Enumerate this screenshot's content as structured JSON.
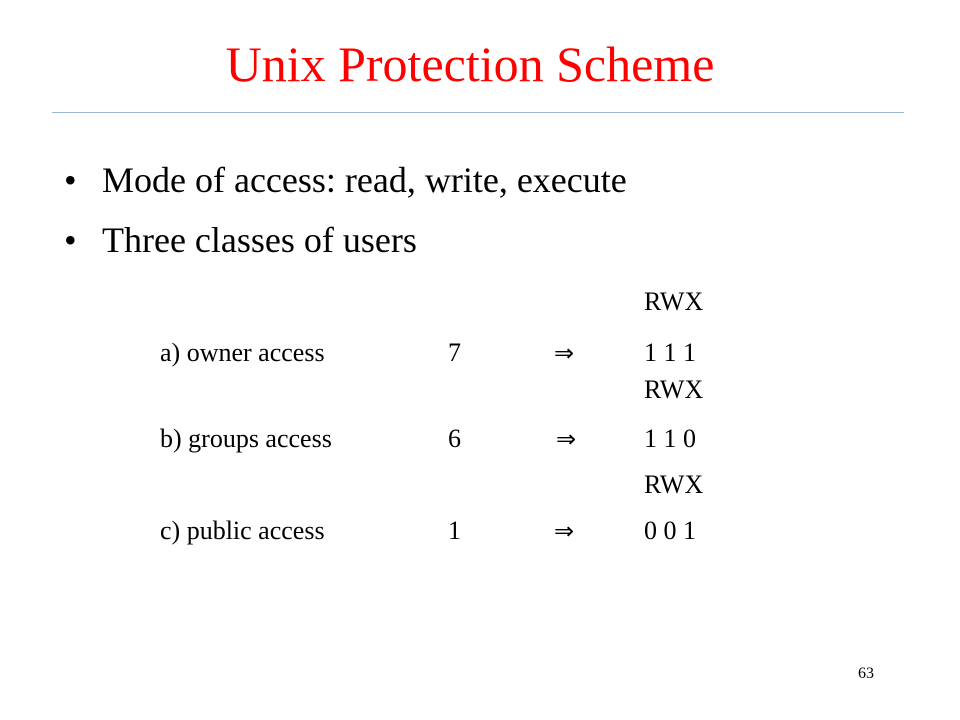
{
  "title": "Unix Protection Scheme",
  "bullets": [
    {
      "marker": "•",
      "text": "Mode of access:  read, write, execute"
    },
    {
      "marker": "•",
      "text": "Three classes of users"
    }
  ],
  "access_table": {
    "header": "RWX",
    "rows": [
      {
        "label": "a) owner access",
        "value": "7",
        "arrow": "⇒",
        "bits": "1 1 1",
        "header": "RWX"
      },
      {
        "label": "b) groups access",
        "value": "6",
        "arrow": "⇒",
        "bits": "1 1 0",
        "header": "RWX"
      },
      {
        "label": "c) public access",
        "value": "1",
        "arrow": "⇒",
        "bits": "0 0 1"
      }
    ]
  },
  "page_number": "63",
  "colors": {
    "title": "#ff0000",
    "rule": "#9db7d8",
    "text": "#000000"
  }
}
